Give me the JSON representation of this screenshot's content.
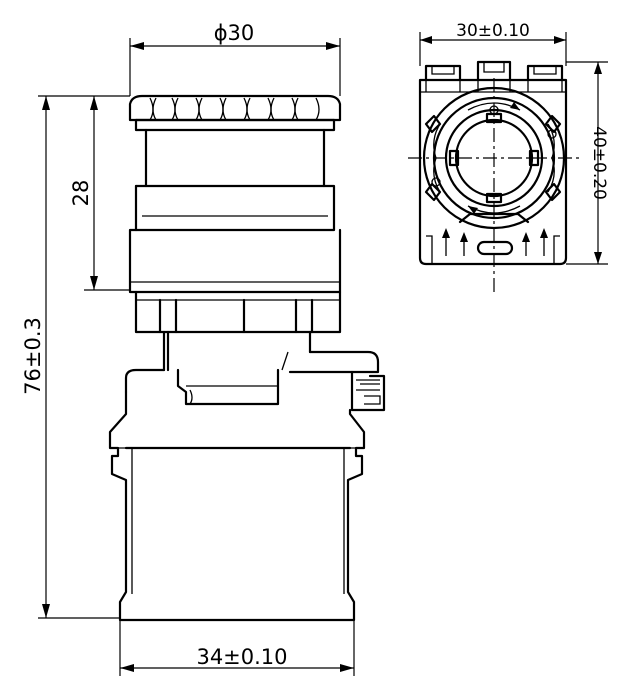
{
  "dimensions": {
    "top_diameter": "ϕ30",
    "head_height": "28",
    "total_height": "76±0.3",
    "base_width": "34±0.10",
    "rear_width": "30±0.10",
    "rear_height": "40±0.20"
  }
}
